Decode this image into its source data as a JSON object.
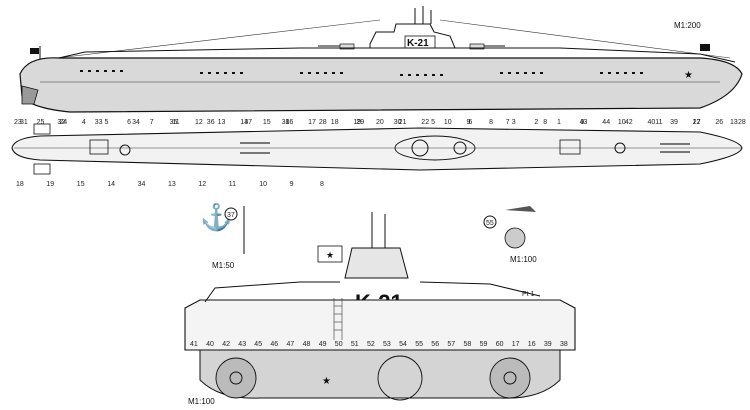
{
  "scales": {
    "main": "M1:200",
    "anchor": "M1:50",
    "detail": "M1:100",
    "section": "M1:100"
  },
  "hull_number": "K-21",
  "hull_number_small": "K-21",
  "detail_label": "Pt 1",
  "callouts": {
    "anchor": "37",
    "detail": "55"
  },
  "side_view_numbers": [
    "23",
    "25",
    "24",
    "4",
    "5",
    "6",
    "7",
    "11",
    "12",
    "13",
    "14",
    "15",
    "16",
    "17",
    "18",
    "19",
    "20",
    "21",
    "22",
    "10",
    "9",
    "8",
    "3",
    "2",
    "1",
    "43",
    "44",
    "42",
    "40",
    "39",
    "27",
    "26",
    "28"
  ],
  "plan_view_top_numbers": [
    "31",
    "32",
    "33",
    "34",
    "35",
    "36",
    "37",
    "38",
    "28",
    "29",
    "30",
    "5",
    "6",
    "7",
    "8",
    "9",
    "10",
    "11",
    "12",
    "13"
  ],
  "plan_view_bottom_numbers": [
    "18",
    "19",
    "15",
    "14",
    "34",
    "13",
    "12",
    "11",
    "10",
    "9",
    "8"
  ],
  "front_numbers": [
    "41",
    "40",
    "42",
    "43",
    "45",
    "46",
    "47",
    "48",
    "49",
    "50",
    "51",
    "52",
    "53",
    "54",
    "55",
    "56",
    "57",
    "58",
    "59",
    "60",
    "17",
    "16",
    "39",
    "38"
  ]
}
